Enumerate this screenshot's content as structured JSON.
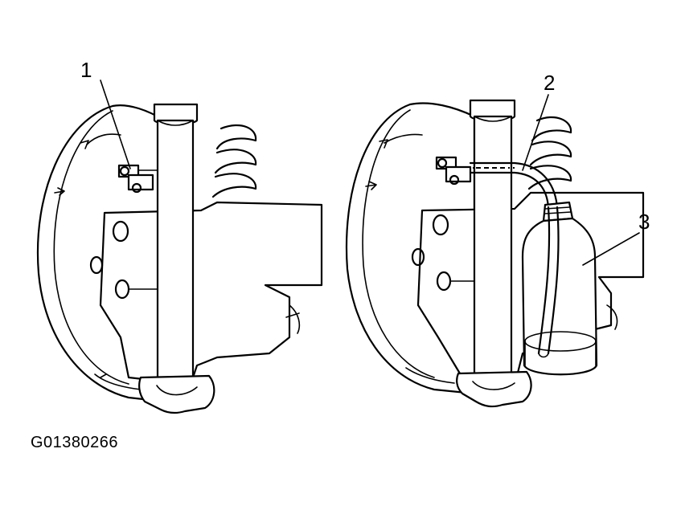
{
  "callouts": {
    "one": "1",
    "two": "2",
    "three": "3"
  },
  "figure_id": "G01380266"
}
